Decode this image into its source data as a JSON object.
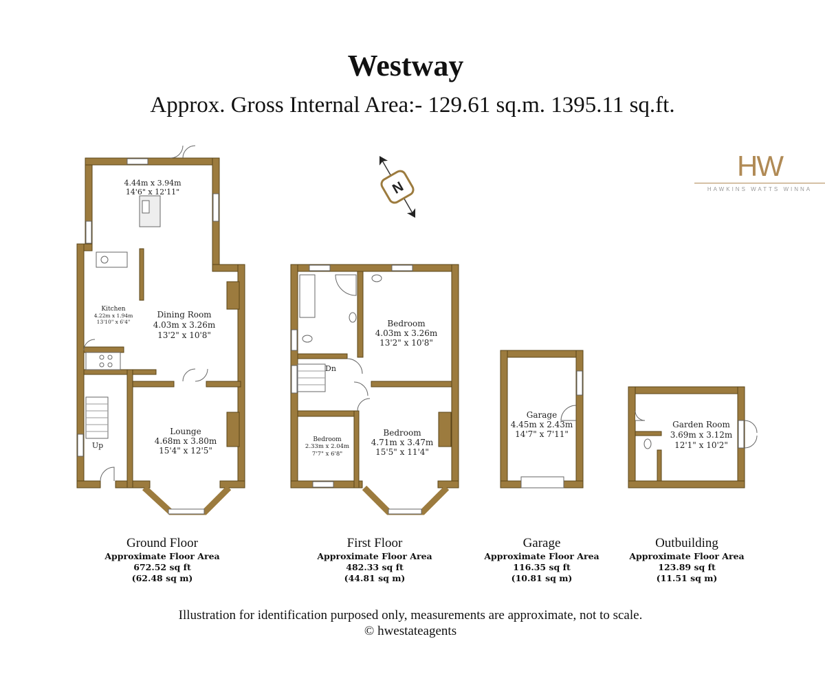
{
  "title": "Westway",
  "subtitle": "Approx. Gross Internal Area:- 129.61 sq.m. 1395.11 sq.ft.",
  "logo": {
    "mark": "HW",
    "name": "HAWKINS WATTS WINNA"
  },
  "compass": {
    "label": "N"
  },
  "colors": {
    "wall": "#9c7b3e",
    "wall_edge": "#5a4418"
  },
  "rooms": {
    "family": {
      "l1": "4.44m x 3.94m",
      "l2": "14'6\" x 12'11\""
    },
    "kitchen": {
      "name": "Kitchen",
      "l1": "4.22m x 1.94m",
      "l2": "13'10\" x 6'4\""
    },
    "dining": {
      "name": "Dining Room",
      "l1": "4.03m x 3.26m",
      "l2": "13'2\" x 10'8\""
    },
    "lounge": {
      "name": "Lounge",
      "l1": "4.68m x 3.80m",
      "l2": "15'4\" x 12'5\""
    },
    "up": "Up",
    "dn": "Dn",
    "bed1": {
      "name": "Bedroom",
      "l1": "4.03m x 3.26m",
      "l2": "13'2\" x 10'8\""
    },
    "bed2": {
      "name": "Bedroom",
      "l1": "2.33m x 2.04m",
      "l2": "7'7\" x 6'8\""
    },
    "bed3": {
      "name": "Bedroom",
      "l1": "4.71m x 3.47m",
      "l2": "15'5\" x 11'4\""
    },
    "garage": {
      "name": "Garage",
      "l1": "4.45m x 2.43m",
      "l2": "14'7\" x 7'11\""
    },
    "garden": {
      "name": "Garden Room",
      "l1": "3.69m x 3.12m",
      "l2": "12'1\" x 10'2\""
    }
  },
  "floors": [
    {
      "name": "Ground Floor",
      "caption": "Approximate Floor Area",
      "sqft": "672.52 sq ft",
      "sqm": "(62.48 sq m)"
    },
    {
      "name": "First Floor",
      "caption": "Approximate Floor Area",
      "sqft": "482.33 sq ft",
      "sqm": "(44.81 sq m)"
    },
    {
      "name": "Garage",
      "caption": "Approximate Floor Area",
      "sqft": "116.35 sq ft",
      "sqm": "(10.81 sq m)"
    },
    {
      "name": "Outbuilding",
      "caption": "Approximate Floor Area",
      "sqft": "123.89 sq ft",
      "sqm": "(11.51 sq m)"
    }
  ],
  "footer": {
    "line1": "Illustration for identification purposed only, measurements are approximate, not to scale.",
    "line2": "© hwestateagents"
  }
}
